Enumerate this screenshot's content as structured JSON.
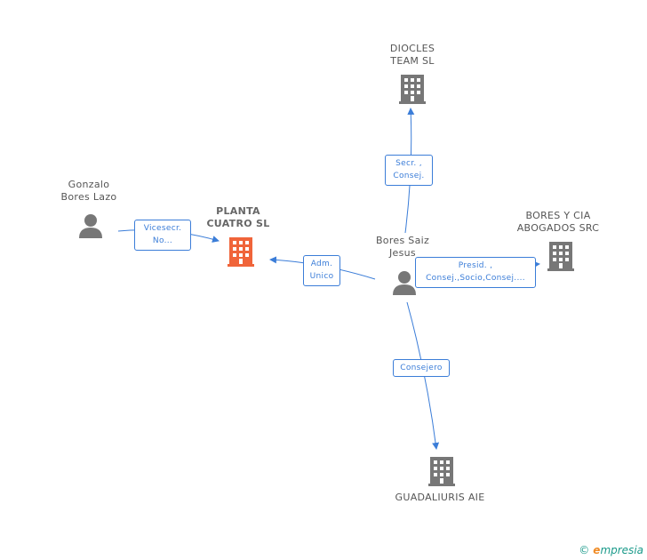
{
  "nodes": {
    "gonzalo": {
      "label_line1": "Gonzalo",
      "label_line2": "Bores Lazo",
      "type": "person"
    },
    "planta": {
      "label_line1": "PLANTA",
      "label_line2": "CUATRO SL",
      "type": "company-main"
    },
    "bores_saiz": {
      "label_line1": "Bores Saiz",
      "label_line2": "Jesus",
      "type": "person"
    },
    "diocles": {
      "label_line1": "DIOCLES",
      "label_line2": "TEAM SL",
      "type": "company"
    },
    "bores_cia": {
      "label_line1": "BORES Y CIA",
      "label_line2": "ABOGADOS SRC",
      "type": "company"
    },
    "guadaliuris": {
      "label_line1": "GUADALIURIS AIE",
      "type": "company"
    }
  },
  "edges": {
    "gonzalo_planta": {
      "line1": "Vicesecr.",
      "line2": "No..."
    },
    "bores_planta": {
      "line1": "Adm.",
      "line2": "Unico"
    },
    "bores_diocles": {
      "line1": "Secr. ,",
      "line2": "Consej."
    },
    "bores_cia": {
      "line1": "Presid. ,",
      "line2": "Consej.,Socio,Consej...."
    },
    "bores_guadaliuris": {
      "line1": "Consejero"
    }
  },
  "footer": {
    "copyright": "©",
    "brand_e": "e",
    "brand_rest": "mpresia"
  },
  "colors": {
    "edge": "#3b7dd8",
    "company": "#777777",
    "company_main": "#f0643a",
    "person": "#777777"
  }
}
